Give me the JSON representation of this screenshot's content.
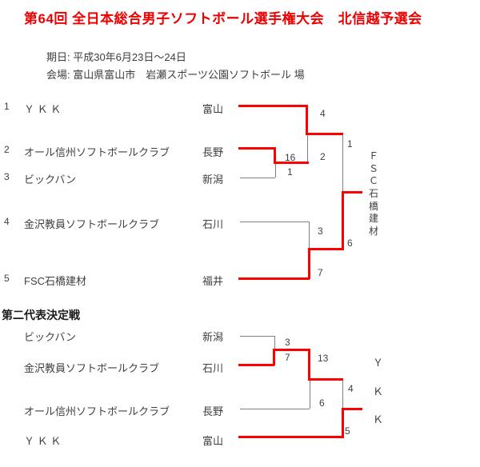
{
  "header": {
    "title": "第64回 全日本総合男子ソフトボール選手権大会　北信越予選会",
    "date": "期日: 平成30年6月23日～24日",
    "venue": "会場: 富山県富山市　岩瀬スポーツ公園ソフトボール 場"
  },
  "colors": {
    "title_red": "#ee0000",
    "winner_path_red": "#ff0000",
    "bracket_gray": "#808080",
    "text_gray": "#404040"
  },
  "main_bracket": {
    "teams": [
      {
        "seed": "1",
        "name": "Ｙ Ｋ Ｋ",
        "prefecture": "富山"
      },
      {
        "seed": "2",
        "name": "オール信州ソフトボールクラブ",
        "prefecture": "長野"
      },
      {
        "seed": "3",
        "name": "ビックバン",
        "prefecture": "新潟"
      },
      {
        "seed": "4",
        "name": "金沢教員ソフトボールクラブ",
        "prefecture": "石川"
      },
      {
        "seed": "5",
        "name": "FSC石橋建材",
        "prefecture": "福井"
      }
    ],
    "scores": {
      "semi1_top": "4",
      "semi1_bottom": "2",
      "round1_top": "16",
      "round1_bottom": "1",
      "semi2_top": "3",
      "semi2_bottom": "7",
      "final_top": "1",
      "final_bottom": "6"
    },
    "winner": "ＦＳＣ石橋建材",
    "winner_chars": [
      "Ｆ",
      "Ｓ",
      "Ｃ",
      "石",
      "橋",
      "建",
      "材"
    ]
  },
  "playoff_bracket": {
    "title": "第二代表決定戦",
    "teams": [
      {
        "name": "ビックバン",
        "prefecture": "新潟"
      },
      {
        "name": "金沢教員ソフトボールクラブ",
        "prefecture": "石川"
      },
      {
        "name": "オール信州ソフトボールクラブ",
        "prefecture": "長野"
      },
      {
        "name": "Ｙ Ｋ Ｋ",
        "prefecture": "富山"
      }
    ],
    "scores": {
      "round1_top": "3",
      "round1_bottom": "7",
      "semi_top": "13",
      "semi_bottom": "6",
      "final_top": "4",
      "final_bottom": "5"
    },
    "winner": "ＹＫＫ",
    "winner_chars": [
      "Ｙ",
      "Ｋ",
      "Ｋ"
    ]
  }
}
